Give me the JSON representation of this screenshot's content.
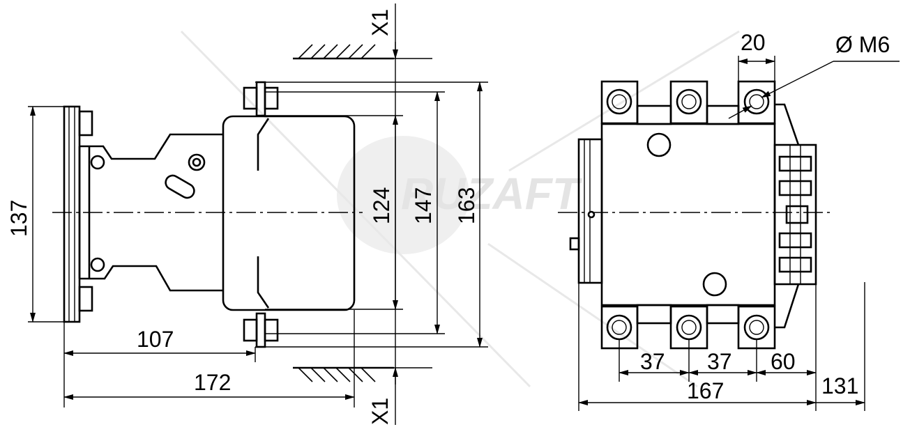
{
  "dimensions": {
    "d137": "137",
    "d107": "107",
    "d172": "172",
    "d124": "124",
    "d147": "147",
    "d163": "163",
    "d20": "20",
    "d37a": "37",
    "d37b": "37",
    "d60": "60",
    "d167": "167",
    "d131": "131"
  },
  "labels": {
    "x1_top": "X1",
    "x1_bottom": "X1",
    "thread": "Ø M6"
  },
  "watermark": "RUZAFT"
}
